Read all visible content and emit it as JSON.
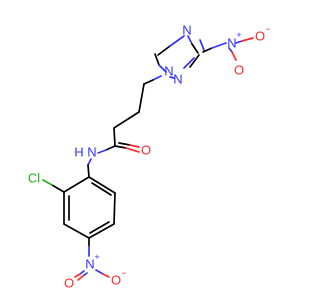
{
  "structure": {
    "atoms": {
      "n_ring1": "N",
      "n_ring2": "N",
      "n_ring3": "N",
      "n_nitro_top": "N",
      "nitro_top_charge_pos": "+",
      "o_top1": "O",
      "o_top2": "O",
      "nitro_top_charge_neg": "−",
      "o_carbonyl": "O",
      "n_amide": "N",
      "h_amide": "H",
      "cl": "Cl",
      "n_nitro_bottom": "N",
      "nitro_bottom_charge_pos": "+",
      "o_bot1": "O",
      "o_bot2": "O",
      "nitro_bottom_charge_neg": "−"
    },
    "colors": {
      "carbon_bonds": "#000000",
      "nitrogen": "#3333ff",
      "oxygen": "#ff2a2a",
      "chlorine": "#1fae1f"
    }
  }
}
